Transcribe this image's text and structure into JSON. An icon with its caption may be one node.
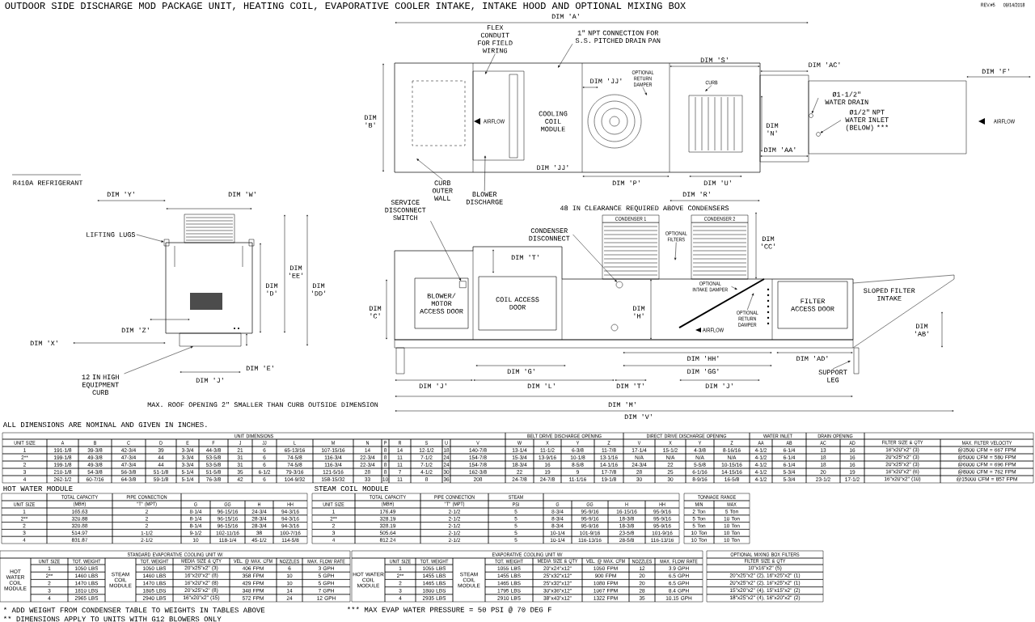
{
  "diagram": {
    "nodes": [
      {
        "text": [
          "FLEX CONDUIT FOR FIELD WIRING"
        ]
      },
      {
        "text": [
          "1\" NPT CONNECTION FOR S.S. PITCHED DRAIN PAN"
        ]
      },
      {
        "text": [
          "OPTIONAL RETURN DAMPER"
        ]
      },
      {
        "text": [
          "CURB"
        ]
      },
      {
        "text": [
          "Ø1-1/2\" WATER DRAIN"
        ]
      },
      {
        "text": [
          "Ø1/2\" NPT WATER INLET (BELOW) ***"
        ]
      },
      {
        "text": [
          "CURB OUTER WALL"
        ]
      },
      {
        "text": [
          "BLOWER DISCHARGE"
        ]
      },
      {
        "text": [
          "LIFTING LUGS"
        ]
      },
      {
        "text": [
          "12 IN HIGH EQUIPMENT CURB"
        ]
      },
      {
        "text": [
          "SERVICE DISCONNECT SWITCH"
        ]
      },
      {
        "text": [
          "CONDENSER 1"
        ]
      },
      {
        "text": [
          "CONDENSER 2"
        ]
      },
      {
        "text": [
          "CONDENSER DISCONNECT"
        ]
      },
      {
        "text": [
          "OPTIONAL FILTERS"
        ]
      },
      {
        "text": [
          "BLOWER/ MOTOR ACCESS DOOR"
        ]
      },
      {
        "text": [
          "COIL ACCESS DOOR"
        ]
      },
      {
        "text": [
          "OPTIONAL INTAKE DAMPER"
        ]
      },
      {
        "text": [
          "OPTIONAL RETURN DAMPER"
        ]
      },
      {
        "text": [
          "FILTER ACCESS DOOR"
        ]
      },
      {
        "text": [
          "SUPPORT LEG"
        ]
      },
      {
        "text": [],
        "shape": "box",
        "in": 15
      },
      {
        "text": [],
        "shape": "circle"
      },
      {
        "text": [],
        "shape": "circle"
      },
      {
        "text": [],
        "shape": "box"
      },
      {
        "text": [],
        "shape": "box"
      },
      {
        "text": [],
        "shape": "circle"
      }
    ],
    "edges": [
      {
        "from": 0,
        "to": null,
        "arrow": "to"
      },
      {
        "from": 1,
        "to": null,
        "arrow": "to"
      },
      {
        "from": 2,
        "to": null,
        "arrow": "to"
      },
      {
        "from": 3,
        "to": null,
        "arrow": "to"
      },
      {
        "from": 4,
        "to": 23,
        "arrow": "to"
      },
      {
        "from": 5,
        "to": 26,
        "arrow": "to"
      },
      {
        "from": 6,
        "to": null,
        "arrow": "to"
      },
      {
        "from": 7,
        "to": null,
        "arrow": "to"
      },
      {
        "from": 8,
        "to": 24,
        "arrow": "to"
      },
      {
        "from": 9,
        "to": 25,
        "arrow": "to"
      },
      {
        "from": 10,
        "to": 21,
        "arrow": "to"
      },
      {
        "from": 13,
        "to": 22,
        "arrow": "to"
      },
      {
        "from": 14,
        "to": null,
        "arrow": "to"
      },
      {
        "from": 17,
        "to": null,
        "arrow": "to"
      },
      {
        "from": 18,
        "to": null,
        "arrow": "to"
      },
      {
        "from": 20,
        "to": null,
        "arrow": "to"
      }
    ],
    "labels": [
      "OUTDOOR SIDE DISCHARGE MOD PACKAGE UNIT, HEATING COIL, EVAPORATIVE COOLER INTAKE, INTAKE HOOD AND OPTIONAL MIXING BOX",
      "REV.#5",
      "09/14/2018",
      "DIM 'A'",
      "DIM 'S'",
      "DIM 'AC'",
      "DIM 'F'",
      "DIM 'JJ'",
      "DIM 'B'",
      "AIRFLOW",
      "COOLING COIL MODULE",
      "DIM 'N'",
      "AIRFLOW",
      "DIM 'AA'",
      "DIM 'JJ'",
      "R410A REFRIGERANT",
      "DIM 'P'",
      "DIM 'U'",
      "DIM 'Y'",
      "DIM 'W'",
      "DIM 'R'",
      "48 IN CLEARANCE REQUIRED ABOVE CONDENSERS",
      "DIM 'CC'",
      "DIM 'T'",
      "DIM 'EE'",
      "DIM 'D'",
      "DIM 'DD'",
      "SLOPED FILTER INTAKE",
      "DIM 'C'",
      "DIM 'H'",
      "DIM 'Z'",
      "AIRFLOW",
      "DIM 'AB'",
      "DIM 'X'",
      "DIM 'HH'",
      "DIM 'AD'",
      "DIM 'E'",
      "DIM 'G'",
      "DIM 'GG'",
      "DIM 'J'",
      "DIM 'J'",
      "DIM 'L'",
      "DIM 'T'",
      "DIM 'J'",
      "MAX. ROOF OPENING 2\" SMALLER THAN CURB OUTSIDE DIMENSION",
      "DIM 'M'",
      "DIM 'V'",
      "ALL DIMENSIONS ARE NOMINAL AND GIVEN IN INCHES.",
      "UNIT DIMENSIONS",
      "BELT DRIVE DISCHARGE OPENING",
      "DIRECT DRIVE DISCHARGE OPENING",
      "WATER INLET",
      "DRAIN OPENING",
      "UNIT SIZE",
      "A",
      "B",
      "C",
      "D",
      "E",
      "F",
      "J",
      "JJ",
      "L",
      "M",
      "N",
      "P",
      "R",
      "S",
      "U",
      "V",
      "W",
      "X",
      "Y",
      "Z",
      "V",
      "X",
      "Y",
      "Z",
      "AA",
      "AB",
      "AC",
      "AD",
      "FILTER SIZE & QTY",
      "MAX. FILTER VELOCITY",
      "1",
      "191-1/8",
      "39-3/8",
      "42-3/4",
      "39",
      "3-3/4",
      "44-3/8",
      "21",
      "6",
      "65-13/16",
      "107-15/16",
      "14",
      "8",
      "14",
      "12-1/2",
      "18",
      "140-7/8",
      "13-1/4",
      "11-1/2",
      "6-3/8",
      "11-7/8",
      "17-1/4",
      "15-1/2",
      "4-3/8",
      "8-16/16",
      "4-1/2",
      "6-1/4",
      "13",
      "16",
      "16\"x20\"x2\" (3)",
      "@3500 CFM = 667 FPM",
      "2**",
      "199-1/8",
      "49-3/8",
      "47-3/4",
      "44",
      "3-3/4",
      "53-5/8",
      "31",
      "6",
      "74-5/8",
      "116-3/4",
      "22-3/4",
      "8",
      "11",
      "7-1/2",
      "24",
      "154-7/8",
      "15-3/4",
      "13-9/16",
      "10-1/8",
      "13-1/16",
      "N/A",
      "N/A",
      "N/A",
      "N/A",
      "4-1/2",
      "6-1/4",
      "18",
      "16",
      "20\"x25\"x2\" (3)",
      "@5000 CFM = 580 FPM",
      "2",
      "199-1/8",
      "49-3/8",
      "47-3/4",
      "44",
      "3-3/4",
      "53-5/8",
      "31",
      "6",
      "74-5/8",
      "116-3/4",
      "22-3/4",
      "8",
      "11",
      "7-1/2",
      "24",
      "154-7/8",
      "18-3/4",
      "16",
      "8-5/8",
      "14-1/16",
      "24-3/4",
      "22",
      "5-5/8",
      "10-15/16",
      "4-1/2",
      "6-1/4",
      "18",
      "16",
      "20\"x25\"x2\" (3)",
      "@6000 CFM = 696 FPM",
      "3",
      "210-1/8",
      "54-3/8",
      "56-3/8",
      "51-1/8",
      "5-1/4",
      "51-5/8",
      "35",
      "6-1/2",
      "79-3/16",
      "121-5/16",
      "28",
      "8",
      "7",
      "4-1/2",
      "30",
      "162-3/8",
      "22",
      "19",
      "9",
      "17-7/8",
      "28",
      "25",
      "6-1/16",
      "14-15/16",
      "4-1/2",
      "5-3/4",
      "20",
      "19",
      "16\"x20\"x2\" (6)",
      "@8000 CFM = 762 FPM",
      "4",
      "262-1/2",
      "60-7/16",
      "64-3/8",
      "59-1/8",
      "5-1/4",
      "76-3/8",
      "42",
      "6",
      "104-9/32",
      "158-15/32",
      "33",
      "10",
      "11",
      "8",
      "36",
      "208",
      "24-7/8",
      "24-7/8",
      "11-1/16",
      "19-1/8",
      "30",
      "30",
      "8-9/16",
      "16-5/8",
      "4-1/2",
      "5-3/4",
      "23-1/2",
      "17-1/2",
      "16\"x20\"x2\" (10)",
      "@15000 CFM = 857 FPM",
      "HOT WATER MODULE",
      "TOTAL CAPACITY",
      "PIPE CONNECTION",
      "UNIT SIZE",
      "(MBH)",
      "\"T\" (MPT)",
      "G",
      "GG",
      "H",
      "HH",
      "1",
      "165.63",
      "2",
      "8-1/4",
      "96-15/16",
      "24-3/4",
      "94-3/16",
      "2**",
      "320.88",
      "2",
      "8-1/4",
      "96-15/16",
      "28-3/4",
      "94-3/16",
      "2",
      "320.88",
      "2",
      "8-1/4",
      "96-15/16",
      "28-3/4",
      "94-3/16",
      "3",
      "514.97",
      "1-1/2",
      "9-1/2",
      "102-11/16",
      "38",
      "100-7/16",
      "4",
      "831.87",
      "2-1/2",
      "10",
      "118-1/4",
      "45-1/2",
      "114-5/8",
      "STEAM COIL MODULE",
      "TOTAL CAPACITY",
      "PIPE CONNECTION",
      "STEAM",
      "UNIT SIZE",
      "(MBH)",
      "\"T\" (MPT)",
      "PSI",
      "G",
      "GG",
      "H",
      "HH",
      "1",
      "176.49",
      "2-1/2",
      "5",
      "8-3/4",
      "95-9/16",
      "16-15/16",
      "95-9/16",
      "2**",
      "328.19",
      "2-1/2",
      "5",
      "8-3/4",
      "95-9/16",
      "18-3/8",
      "95-9/16",
      "2",
      "328.19",
      "2-1/2",
      "5",
      "8-3/4",
      "95-9/16",
      "18-3/8",
      "95-9/16",
      "3",
      "505.64",
      "2-1/2",
      "5",
      "10-1/4",
      "101-9/16",
      "23-5/8",
      "101-9/16",
      "4",
      "812.24",
      "2-1/2",
      "5",
      "10-1/4",
      "116-13/16",
      "28-5/8",
      "116-13/16",
      "TONNAGE RANGE",
      "MIN",
      "MAX",
      "2 Ton",
      "5 Ton",
      "5 Ton",
      "10 Ton",
      "5 Ton",
      "10 Ton",
      "10 Ton",
      "10 Ton",
      "10 Ton",
      "10 Ton",
      "STANDARD EVAPORATIVE COOLING UNIT W/",
      "HOT WATER COIL MODULE",
      "UNIT SIZE",
      "TOT. WEIGHT",
      "STEAM COIL MODULE",
      "TOT. WEIGHT",
      "MEDIA SIZE & QTY",
      "VEL. @ MAX. CFM",
      "NOZZLES",
      "MAX. FLOW RATE",
      "1",
      "1050 LBS",
      "1050 LBS",
      "20\"x25\"x2\" (3)",
      "406 FPM",
      "6",
      "3 GPH",
      "2**",
      "1460 LBS",
      "1460 LBS",
      "16\"x20\"x2\" (8)",
      "358 FPM",
      "10",
      "5 GPH",
      "2",
      "1470 LBS",
      "1470 LBS",
      "16\"x20\"x2\" (8)",
      "429 FPM",
      "10",
      "5 GPH",
      "3",
      "1810 LBS",
      "1805 LBS",
      "20\"x25\"x2\" (8)",
      "348 FPM",
      "14",
      "7 GPH",
      "4",
      "2965 LBS",
      "2940 LBS",
      "16\"x20\"x2\" (15)",
      "572 FPM",
      "24",
      "12 GPH",
      "EVAPORATIVE COOLING UNIT W/",
      "HOT WATER COIL MODULE",
      "UNIT SIZE",
      "TOT. WEIGHT",
      "STEAM COIL MODULE",
      "TOT. WEIGHT",
      "MEDIA SIZE & QTY",
      "VEL. @ MAX. CFM",
      "NOZZLES",
      "MAX. FLOW RATE",
      "1",
      "1055 LBS",
      "1055 LBS",
      "20\"x24\"x12\"",
      "1050 FPM",
      "12",
      "3.9 GPH",
      "2**",
      "1455 LBS",
      "1455 LBS",
      "25\"x32\"x12\"",
      "900 FPM",
      "20",
      "6.5 GPH",
      "2",
      "1465 LBS",
      "1465 LBS",
      "25\"x32\"x12\"",
      "1080 FPM",
      "20",
      "6.5 GPH",
      "3",
      "1800 LBS",
      "1795 LBS",
      "30\"x36\"x12\"",
      "1067 FPM",
      "28",
      "8.4 GPH",
      "4",
      "2935 LBS",
      "2910 LBS",
      "38\"x43\"x12\"",
      "1322 FPM",
      "35",
      "10.15 GPH",
      "OPTIONAL MIXING BOX FILTERS",
      "FILTER SIZE & QTY",
      "10\"x16\"x2\" (5)",
      "20\"x25\"x2\" (2), 16\"x25\"x2\" (1)",
      "20\"x25\"x2\" (2), 16\"x25\"x2\" (1)",
      "15\"x20\"x2\" (4), 15\"x15\"x2\" (2)",
      "18\"x25\"x2\" (4), 16\"x20\"x2\" (2)",
      "* ADD WEIGHT FROM CONDENSER TABLE TO WEIGHTS IN TABLES ABOVE",
      "*** MAX EVAP WATER PRESSURE = 50 PSI @ 70 DEG F",
      "** DIMENSIONS APPLY TO UNITS WITH G12 BLOWERS ONLY"
    ]
  }
}
